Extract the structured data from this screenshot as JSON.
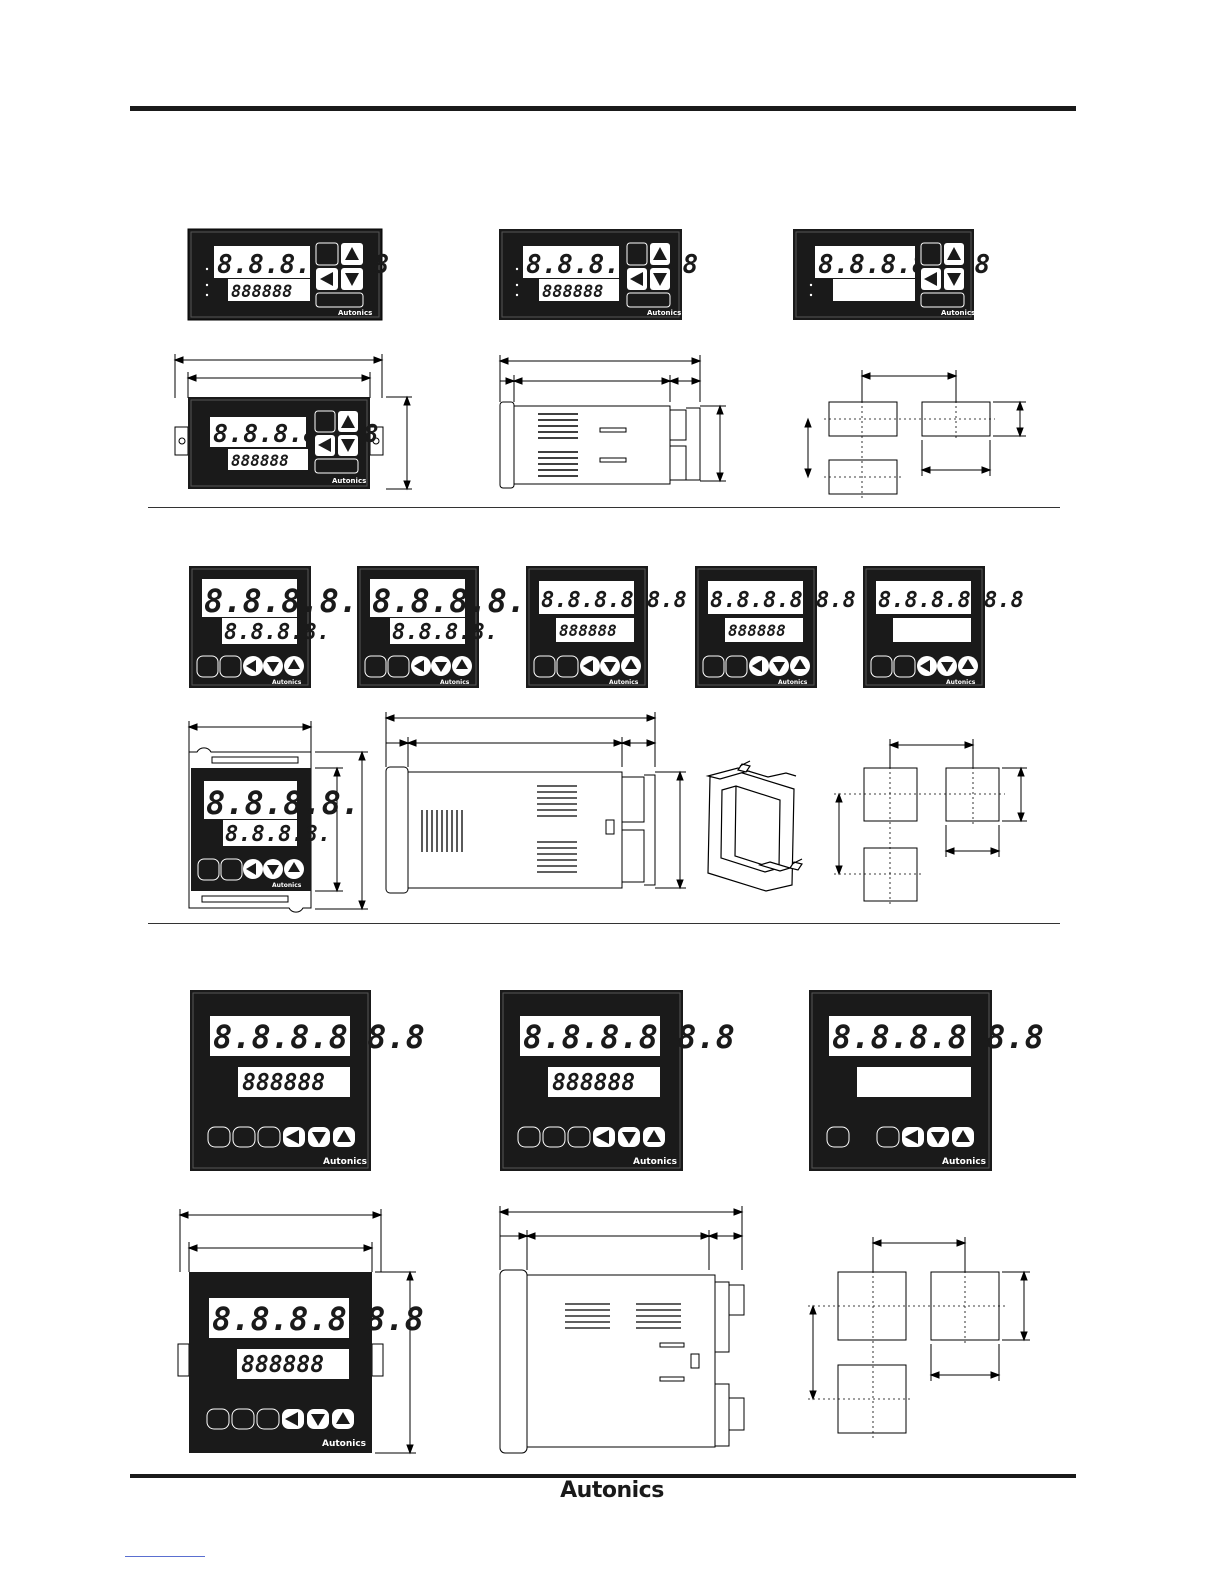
{
  "brand": "Autonics",
  "displays": {
    "six": "8.8.8.8.8.8",
    "six_plain": "888888",
    "four": "8.8.8.8."
  },
  "sections": [
    {
      "id": "horizontal-72x36",
      "models": 3
    },
    {
      "id": "square-48x48",
      "models": 5
    },
    {
      "id": "square-72x72",
      "models": 3
    }
  ],
  "footer": {
    "brand": "Autonics"
  }
}
